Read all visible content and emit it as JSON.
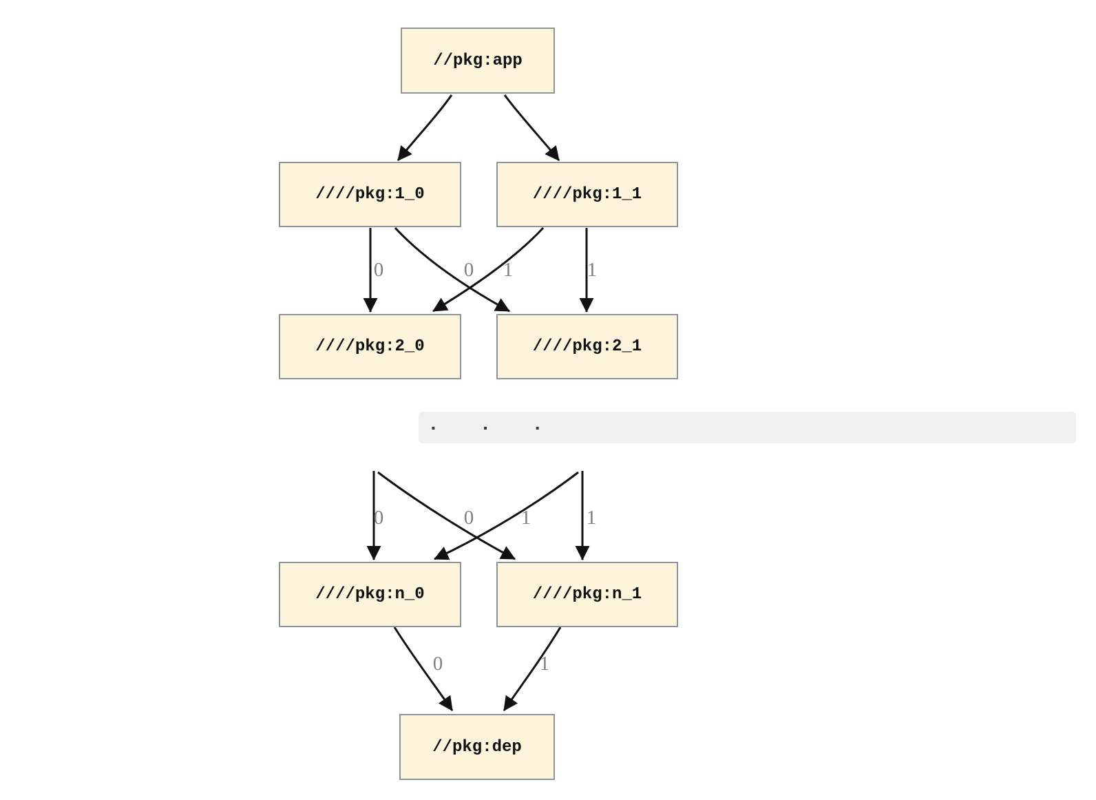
{
  "diagram": {
    "description": "Package dependency graph with versioned edges, truncated by an ellipsis",
    "nodes": [
      {
        "id": "app",
        "label": "//pkg:app"
      },
      {
        "id": "pkg1_0",
        "label": "////pkg:1_0"
      },
      {
        "id": "pkg1_1",
        "label": "////pkg:1_1"
      },
      {
        "id": "pkg2_0",
        "label": "////pkg:2_0"
      },
      {
        "id": "pkg2_1",
        "label": "////pkg:2_1"
      },
      {
        "id": "pkgn_0",
        "label": "////pkg:n_0"
      },
      {
        "id": "pkgn_1",
        "label": "////pkg:n_1"
      },
      {
        "id": "dep",
        "label": "//pkg:dep"
      }
    ],
    "edges": [
      {
        "from": "//pkg:app",
        "to": "////pkg:1_0",
        "label": ""
      },
      {
        "from": "//pkg:app",
        "to": "////pkg:1_1",
        "label": ""
      },
      {
        "from": "////pkg:1_0",
        "to": "////pkg:2_0",
        "label": "0"
      },
      {
        "from": "////pkg:1_1",
        "to": "////pkg:2_0",
        "label": "0"
      },
      {
        "from": "////pkg:1_0",
        "to": "////pkg:2_1",
        "label": "1"
      },
      {
        "from": "////pkg:1_1",
        "to": "////pkg:2_1",
        "label": "1"
      },
      {
        "from": "",
        "to": "////pkg:n_0",
        "label": "0"
      },
      {
        "from": "",
        "to": "////pkg:n_0",
        "label": "0"
      },
      {
        "from": "",
        "to": "////pkg:n_1",
        "label": "1"
      },
      {
        "from": "",
        "to": "////pkg:n_1",
        "label": "1"
      },
      {
        "from": "////pkg:n_0",
        "to": "//pkg:dep",
        "label": "0"
      },
      {
        "from": "////pkg:n_1",
        "to": "//pkg:dep",
        "label": "1"
      }
    ],
    "ellipsis_text": ". . .",
    "colors": {
      "node_fill": "#FCF5DC",
      "node_border": "#8E9399",
      "edge": "#111111",
      "edge_label": "#7F7F7F",
      "ellipsis_bg": "#F0F0F0",
      "ellipsis_dots": "#3A3A3A",
      "background": "#FFFFFF"
    }
  }
}
